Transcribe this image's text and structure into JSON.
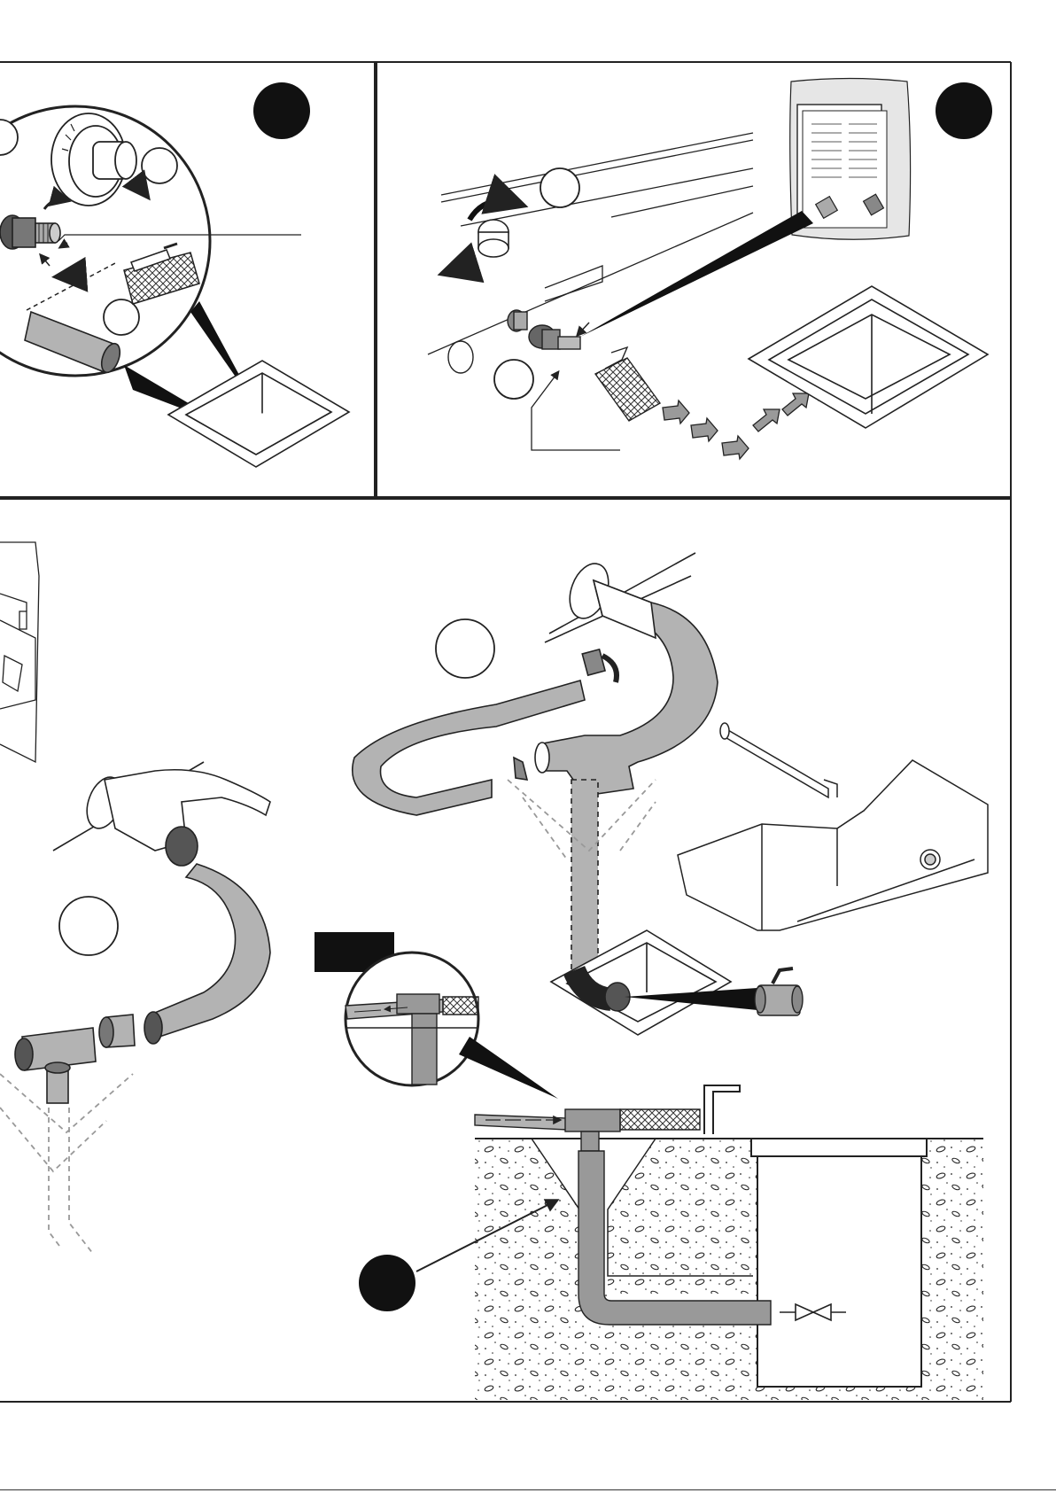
{
  "colors": {
    "line": "#222222",
    "fill_gray": "#b3b3b3",
    "fill_dark": "#555555",
    "badge": "#111111",
    "arrow_fill": "#9a9a9a",
    "dashed": "#999999"
  },
  "panels": [
    {
      "id": "panel-top-left",
      "badge": "step-badge"
    },
    {
      "id": "panel-top-right",
      "badge": "step-badge"
    },
    {
      "id": "panel-bottom",
      "badge": "step-badge"
    }
  ],
  "icons": [
    "step-badge-icon",
    "callout-circle-icon",
    "rotate-arrow-icon",
    "flow-arrow-icon",
    "valve-icon",
    "parts-bag-icon"
  ]
}
